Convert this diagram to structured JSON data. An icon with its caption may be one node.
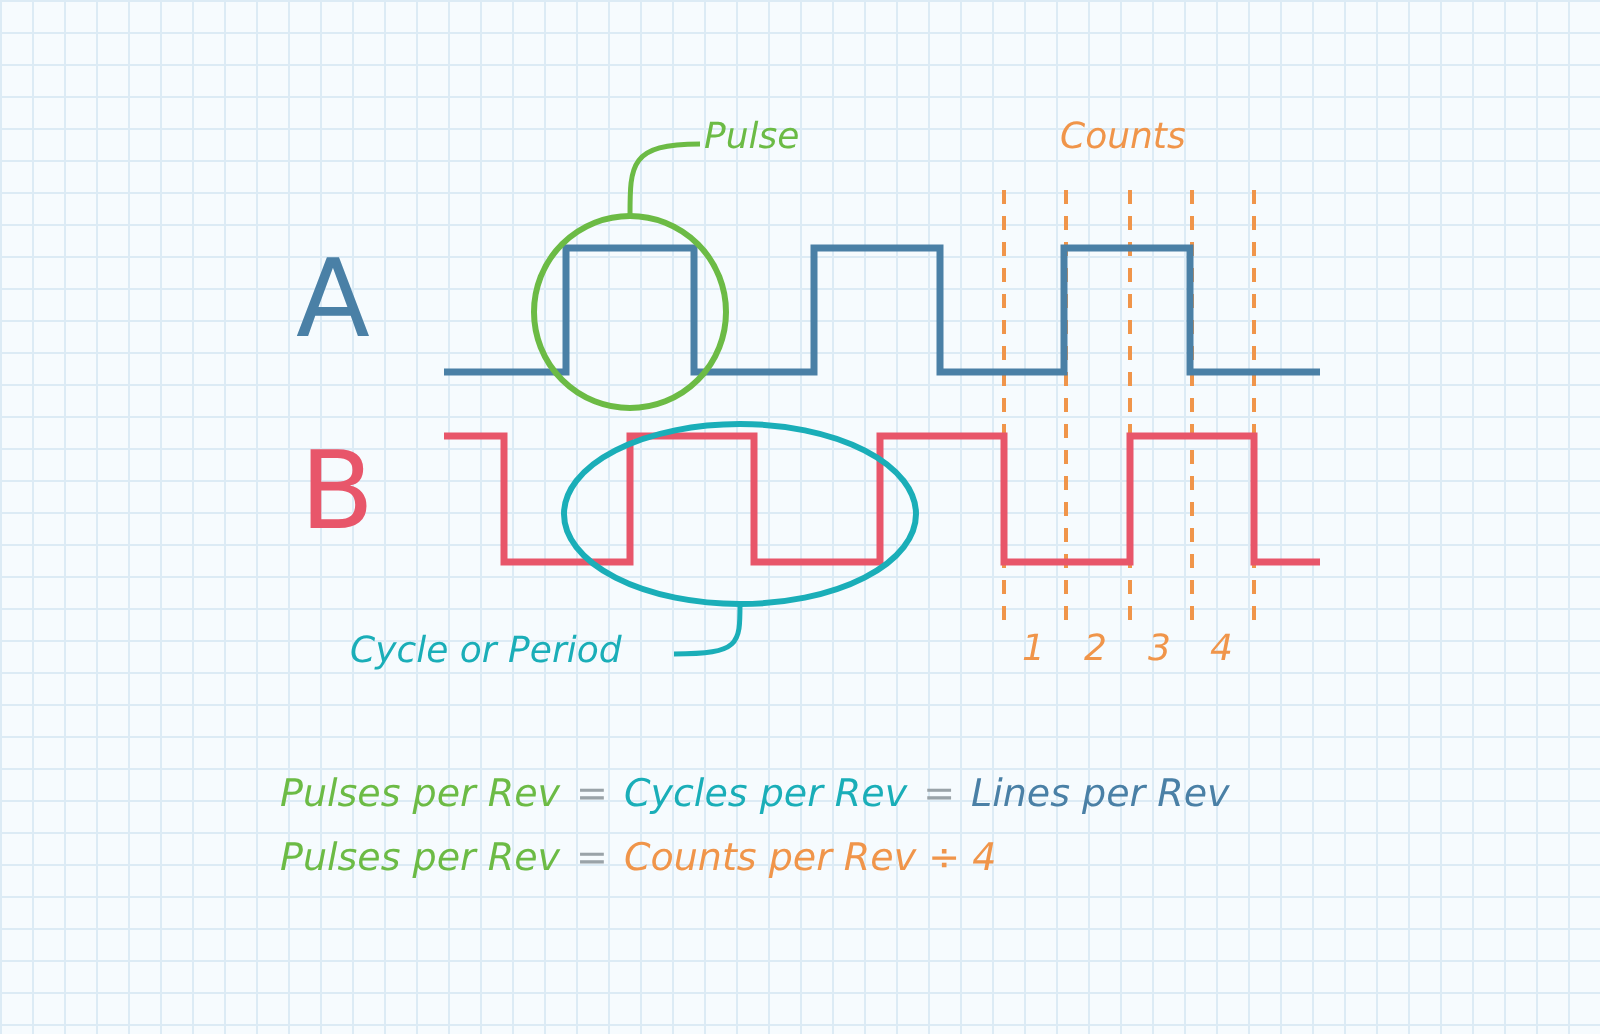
{
  "diagram": {
    "nodes": [
      {
        "text": [
          "Pulse"
        ]
      },
      {
        "text": [],
        "shape": "circle"
      },
      {
        "text": [
          "Cycle or Period"
        ]
      },
      {
        "text": [],
        "shape": "ellipse"
      }
    ],
    "edges": [
      {
        "from": 0,
        "to": 1,
        "arrow": "none",
        "color": "#6cbb45"
      },
      {
        "from": 2,
        "to": 3,
        "arrow": "none",
        "color": "#1aaeb8"
      }
    ],
    "labels": [
      "A",
      "B",
      "Counts",
      "1",
      "2",
      "3",
      "4",
      "Pulses per Rev",
      "=",
      "Cycles per Rev",
      "=",
      "Lines per Rev",
      "Pulses per Rev",
      "=",
      "Counts per Rev ÷ 4"
    ]
  }
}
